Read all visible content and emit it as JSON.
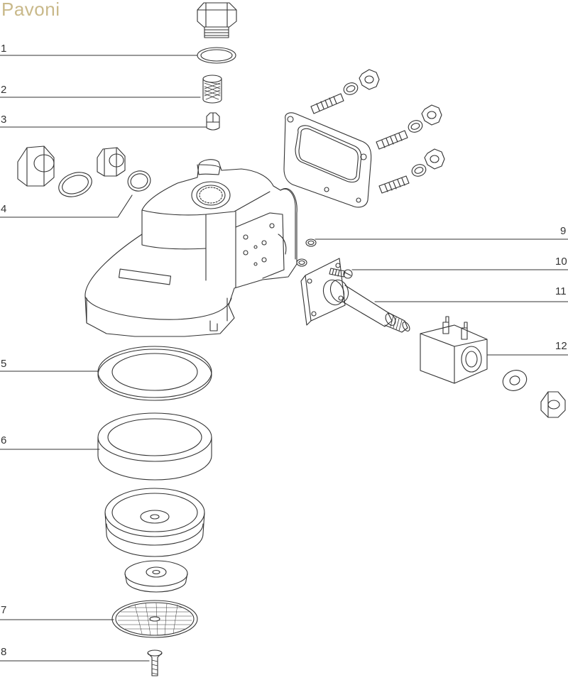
{
  "brand": {
    "text": "Pavoni",
    "color": "#c9b98a"
  },
  "line_color": "#333333",
  "callouts": [
    {
      "id": "c1",
      "label": "1"
    },
    {
      "id": "c2",
      "label": "2"
    },
    {
      "id": "c3",
      "label": "3"
    },
    {
      "id": "c4",
      "label": "4"
    },
    {
      "id": "c5",
      "label": "5"
    },
    {
      "id": "c6",
      "label": "6"
    },
    {
      "id": "c7",
      "label": "7"
    },
    {
      "id": "c8",
      "label": "8"
    },
    {
      "id": "c9",
      "label": "9"
    },
    {
      "id": "c10",
      "label": "10"
    },
    {
      "id": "c11",
      "label": "11"
    },
    {
      "id": "c12",
      "label": "12"
    }
  ]
}
